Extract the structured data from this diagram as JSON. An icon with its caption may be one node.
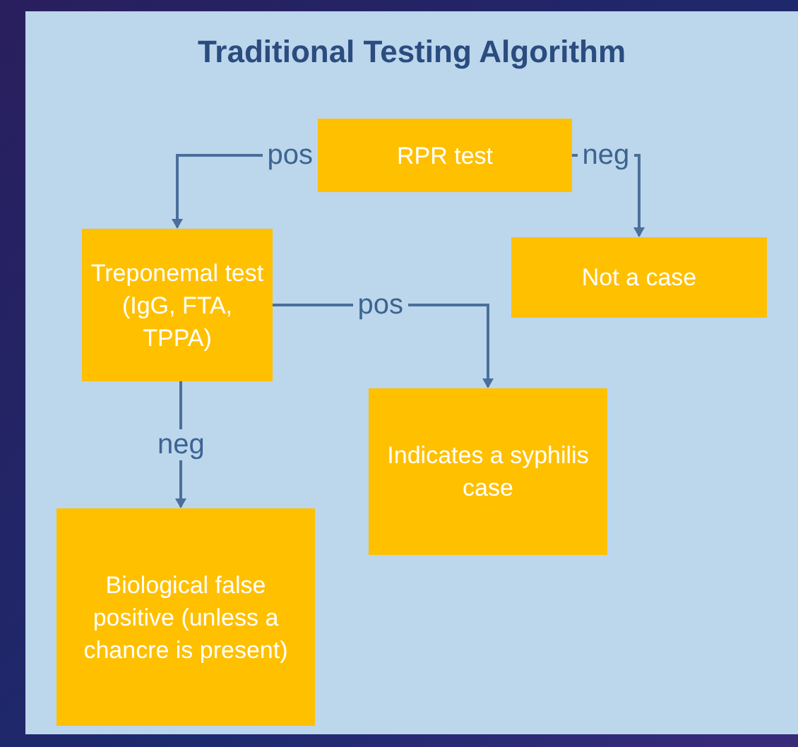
{
  "diagram": {
    "title": "Traditional Testing Algorithm",
    "nodes": [
      {
        "text": [
          "RPR test"
        ]
      },
      {
        "text": [
          "Not a case"
        ]
      },
      {
        "text": [
          "Treponemal test (IgG, FTA, TPPA)"
        ]
      },
      {
        "text": [
          "Indicates a syphilis case"
        ]
      },
      {
        "text": [
          "Biological false positive (unless a chancre is present)"
        ]
      }
    ],
    "edges": [
      {
        "from": 0,
        "to": 2,
        "arrow": "to",
        "label": "pos"
      },
      {
        "from": 0,
        "to": 1,
        "arrow": "to",
        "label": "neg"
      },
      {
        "from": 2,
        "to": 3,
        "arrow": "to",
        "label": "pos"
      },
      {
        "from": 2,
        "to": 4,
        "arrow": "to",
        "label": "neg"
      }
    ]
  }
}
